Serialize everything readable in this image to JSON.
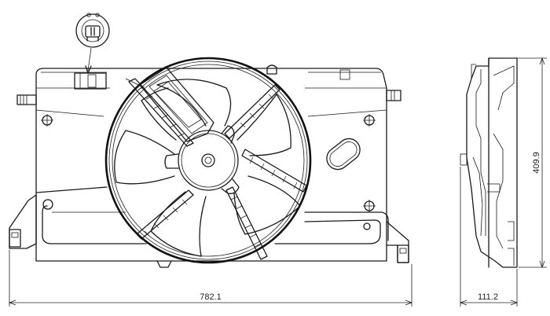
{
  "dimensions": {
    "width_label": "782.1",
    "height_label": "409.9",
    "depth_label": "111.2"
  }
}
